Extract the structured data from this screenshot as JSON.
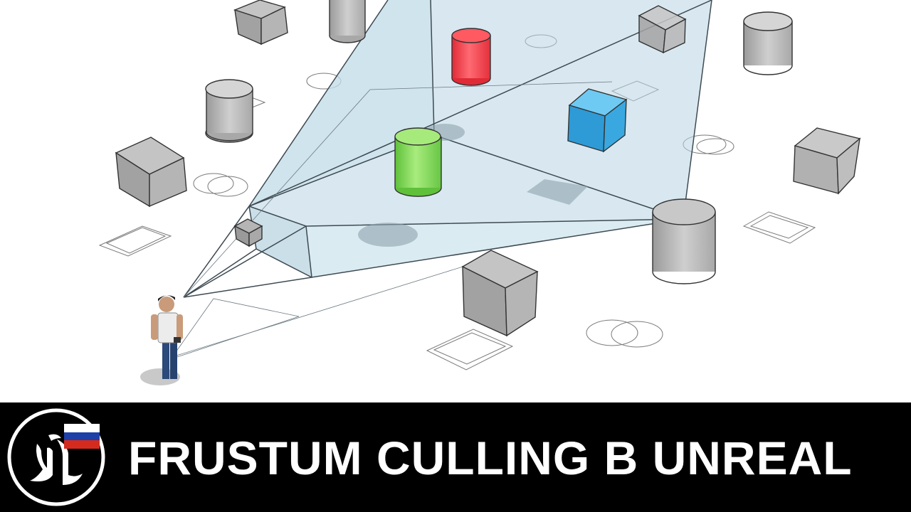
{
  "banner": {
    "title": "FRUSTUM CULLING B UNREAL",
    "background_color": "#000000",
    "text_color": "#ffffff"
  },
  "logo": {
    "icon": "unreal-engine-logo",
    "flag": "russian-flag",
    "flag_colors": [
      "#ffffff",
      "#1c3fa8",
      "#d52b1e"
    ]
  },
  "scene": {
    "frustum_color": "#b9d6e4",
    "visible_object_colors": {
      "red_cylinder": "#ff4a55",
      "green_cylinder": "#86d85a",
      "blue_cube": "#3aa8e0"
    },
    "culled_object_color": "#bdbdbd"
  }
}
